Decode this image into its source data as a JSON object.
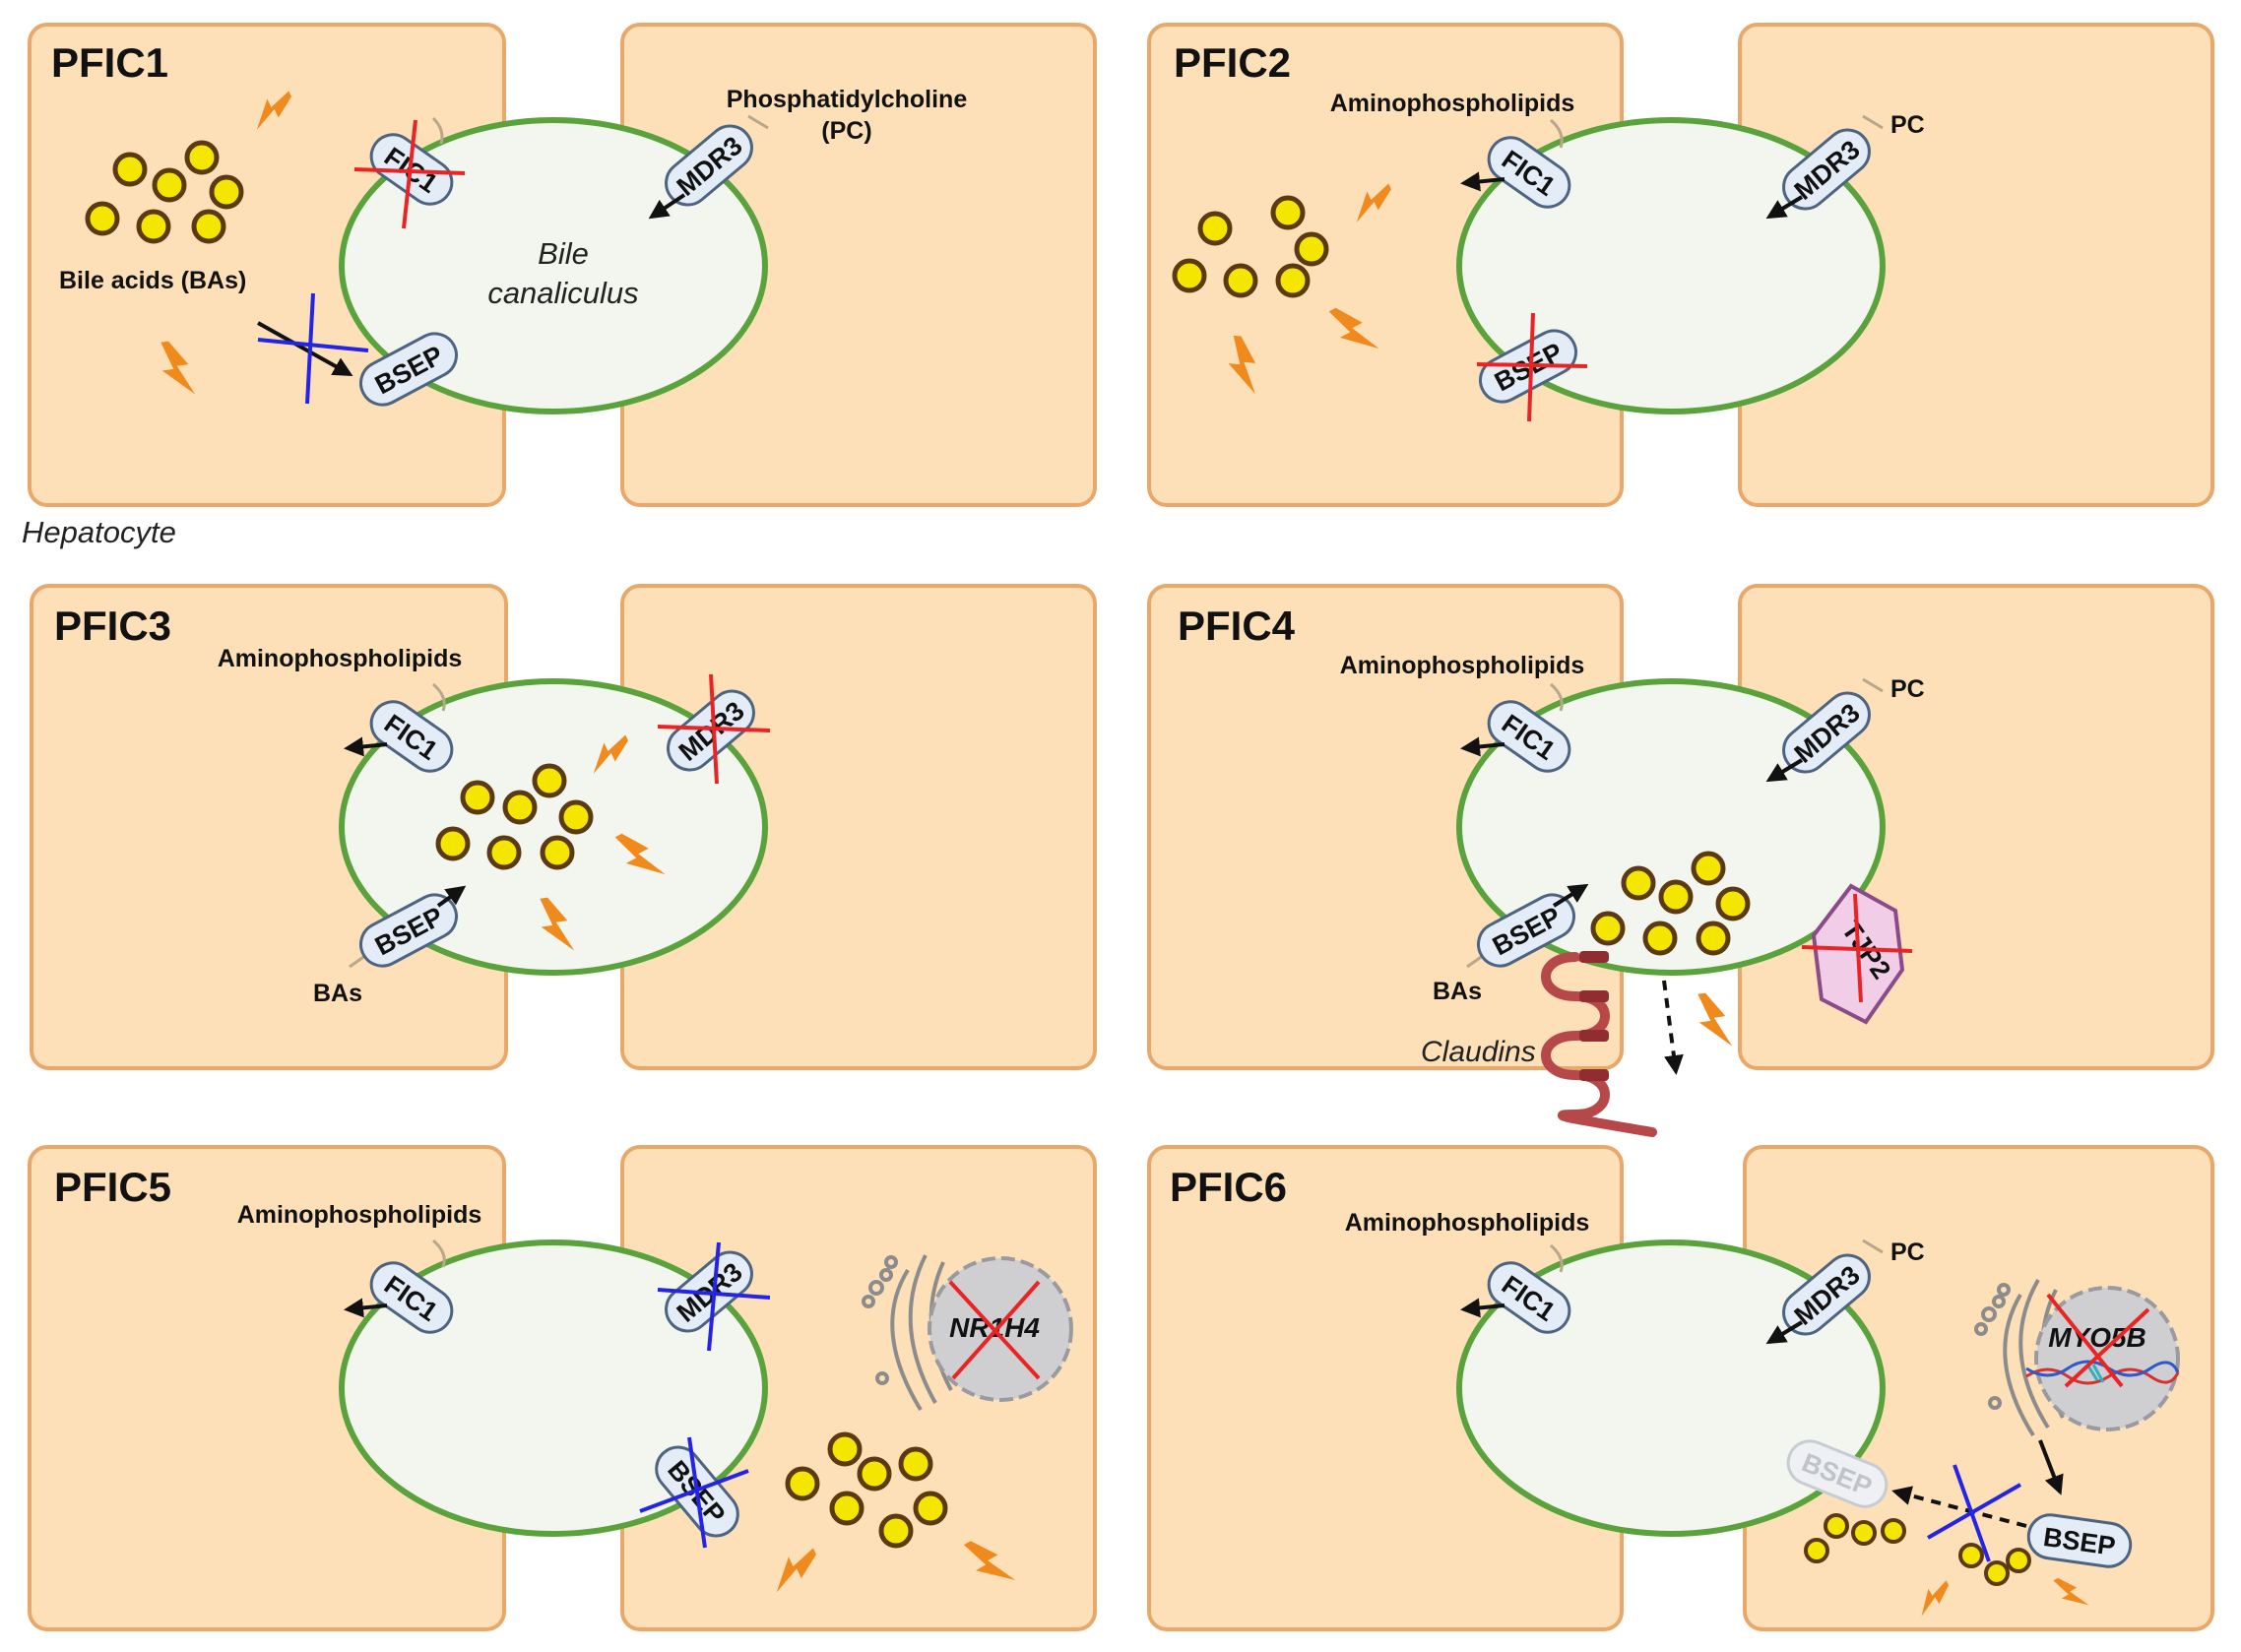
{
  "panels": {
    "p1": {
      "title": "PFIC1"
    },
    "p2": {
      "title": "PFIC2"
    },
    "p3": {
      "title": "PFIC3"
    },
    "p4": {
      "title": "PFIC4"
    },
    "p5": {
      "title": "PFIC5"
    },
    "p6": {
      "title": "PFIC6"
    }
  },
  "labels": {
    "phosphatidylcholine": "Phosphatidylcholine",
    "pc_paren": "(PC)",
    "pc": "PC",
    "bile_acids": "Bile acids (BAs)",
    "bas": "BAs",
    "aminophospholipids": "Aminophospholipids",
    "bile": "Bile",
    "canaliculus": "canaliculus",
    "hepatocyte": "Hepatocyte",
    "claudins": "Claudins"
  },
  "proteins": {
    "fic1": "FIC1",
    "mdr3": "MDR3",
    "bsep": "BSEP",
    "tjp2": "TJP2"
  },
  "genes": {
    "nr1h4": "NR1H4",
    "myo5b": "MYO5B"
  },
  "colors": {
    "cell_fill": "#fde0b8",
    "cell_border": "#e9a86a",
    "canaliculus_border": "#5aa33c",
    "bile_acid": "#f5e600",
    "damage_bolt": "#f08a1c",
    "defect_red": "#ea2424",
    "defect_blue": "#2424e6"
  },
  "icons": [
    "lightning-bolt-icon",
    "bile-acid-molecule-icon",
    "cross-out-icon",
    "golgi-icon",
    "nucleus-icon",
    "dna-helix-icon",
    "claudin-protein-icon"
  ]
}
